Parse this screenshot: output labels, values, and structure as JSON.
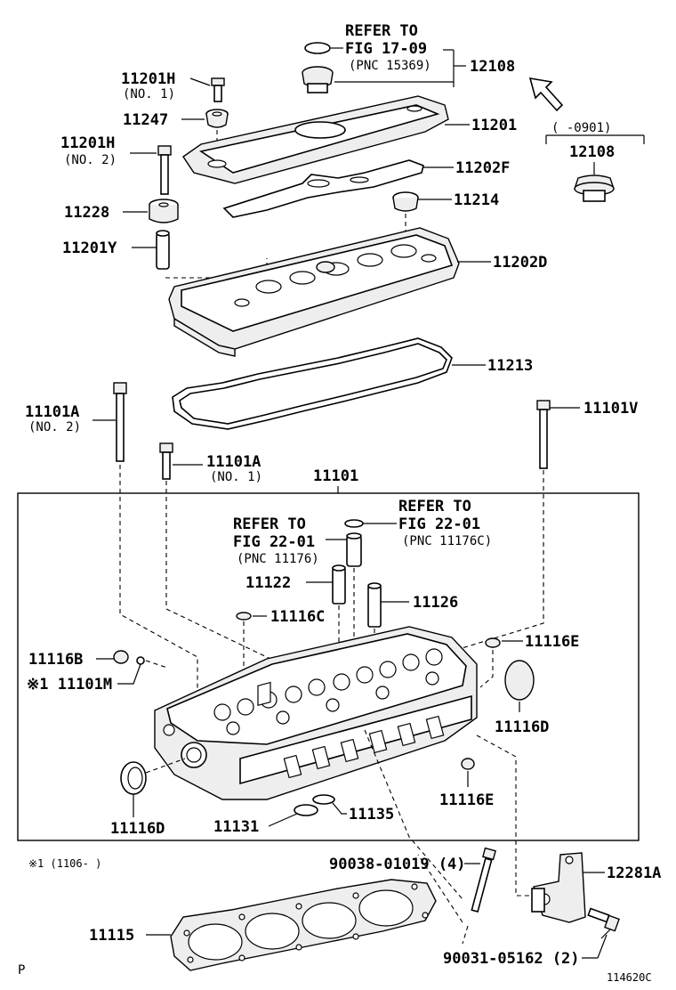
{
  "callouts": {
    "p12108": "12108",
    "p11201h_no1": "11201H",
    "p11201h_no1_sub": "(NO. 1)",
    "p11247": "11247",
    "p11201": "11201",
    "p11201h_no2": "11201H",
    "p11201h_no2_sub": "(NO. 2)",
    "p11202f": "11202F",
    "p11228": "11228",
    "p11214": "11214",
    "p11201y": "11201Y",
    "p11202d": "11202D",
    "p11213": "11213",
    "p11101a_no2": "11101A",
    "p11101a_no2_sub": "(NO. 2)",
    "p11101v": "11101V",
    "p11101a_no1": "11101A",
    "p11101a_no1_sub": "(NO. 1)",
    "p11101": "11101",
    "p11122": "11122",
    "p11126": "11126",
    "p11116c": "11116C",
    "p11116b": "11116B",
    "p11101m": "※1 11101M",
    "p11116e_top": "11116E",
    "p11116d_right": "11116D",
    "p11116d_left": "11116D",
    "p11131": "11131",
    "p11135": "11135",
    "p11116e_bottom": "11116E",
    "p90038": "90038-01019 (4)",
    "p12281a": "12281A",
    "p11115": "11115",
    "p90031": "90031-05162 (2)",
    "p12108_alt": "12108"
  },
  "references": {
    "ref_top_line1": "REFER TO",
    "ref_top_line2": "FIG 17-09",
    "ref_top_line3": "(PNC 15369)",
    "ref_mid_left_line1": "REFER TO",
    "ref_mid_left_line2": "FIG 22-01",
    "ref_mid_left_line3": "(PNC 11176)",
    "ref_mid_right_line1": "REFER TO",
    "ref_mid_right_line2": "FIG 22-01",
    "ref_mid_right_line3": "(PNC 11176C)"
  },
  "notes": {
    "date_range": "(    -0901)",
    "footnote": "※1 (1106-     )",
    "corner_mark": "P",
    "figure_code": "114620C"
  }
}
